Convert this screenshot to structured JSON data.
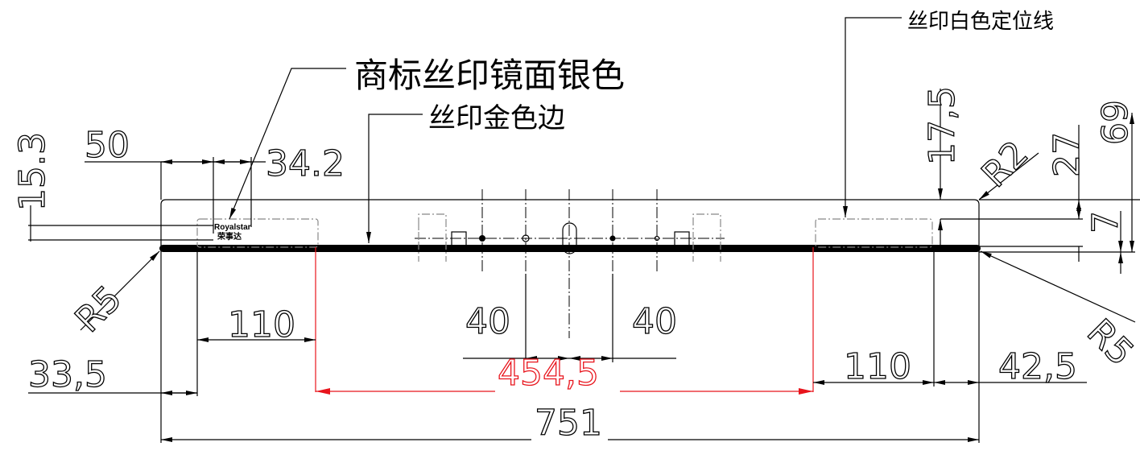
{
  "labels": {
    "logo_print": "商标丝印镜面银色",
    "gold_edge": "丝印金色边",
    "white_line": "丝印白色定位线"
  },
  "logo": {
    "en": "Royalstar",
    "cn": "荣事达"
  },
  "dimensions": {
    "d50": "50",
    "d34_2": "34.2",
    "d15_3": "15.3",
    "d17_5": "17,5",
    "r2": "R2",
    "d27": "27",
    "d69": "69",
    "d7": "7",
    "r5_left": "R5",
    "r5_right": "R5",
    "d110_left": "110",
    "d40_left": "40",
    "d40_right": "40",
    "d33_5": "33,5",
    "d454_5": "454,5",
    "d110_right": "110",
    "d42_5": "42,5",
    "d751": "751"
  },
  "colors": {
    "highlight": "#e8141c",
    "line": "#000000"
  }
}
